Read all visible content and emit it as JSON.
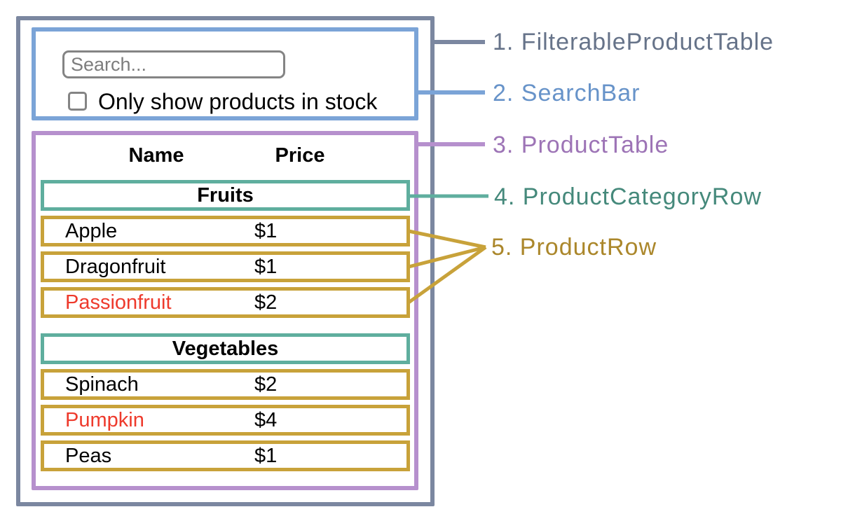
{
  "colors": {
    "slate": "#7b87a0",
    "slate-text": "#667389",
    "blue": "#7ba4d7",
    "blue-text": "#6793c9",
    "purple": "#b690cd",
    "purple-text": "#9d74b6",
    "teal": "#5fae9e",
    "teal-text": "#45897b",
    "gold": "#c8a23a",
    "gold-text": "#ab872b",
    "red": "#ee3a2c",
    "control-border": "#848484",
    "placeholder": "#7d7d7d"
  },
  "search_bar": {
    "input_placeholder": "Search...",
    "checkbox_label": "Only show products in stock",
    "checkbox_checked": false
  },
  "product_table": {
    "columns": [
      "Name",
      "Price"
    ],
    "sections": [
      {
        "category": "Fruits",
        "rows": [
          {
            "name": "Apple",
            "price": "$1",
            "in_stock": true
          },
          {
            "name": "Dragonfruit",
            "price": "$1",
            "in_stock": true
          },
          {
            "name": "Passionfruit",
            "price": "$2",
            "in_stock": false
          }
        ]
      },
      {
        "category": "Vegetables",
        "rows": [
          {
            "name": "Spinach",
            "price": "$2",
            "in_stock": true
          },
          {
            "name": "Pumpkin",
            "price": "$4",
            "in_stock": false
          },
          {
            "name": "Peas",
            "price": "$1",
            "in_stock": true
          }
        ]
      }
    ]
  },
  "legend": [
    {
      "label": "1. FilterableProductTable"
    },
    {
      "label": "2. SearchBar"
    },
    {
      "label": "3. ProductTable"
    },
    {
      "label": "4. ProductCategoryRow"
    },
    {
      "label": "5. ProductRow"
    }
  ]
}
